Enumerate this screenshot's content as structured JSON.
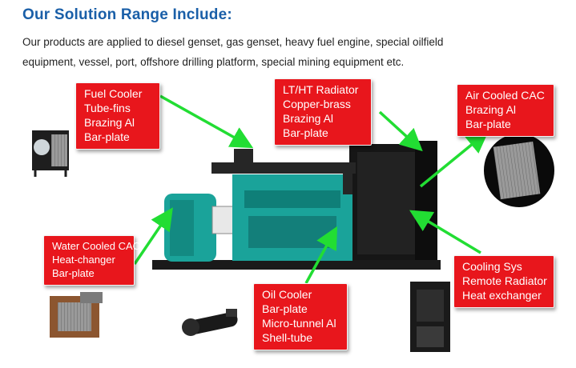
{
  "heading": "Our Solution Range Include:",
  "description": {
    "line1": "Our products are applied to diesel genset, gas genset, heavy fuel engine, special oilfield",
    "line2": "equipment, vessel, port, offshore drilling platform, special mining equipment etc."
  },
  "callouts": {
    "fuel_cooler": [
      "Fuel Cooler",
      "Tube-fins",
      "Brazing Al",
      "Bar-plate"
    ],
    "radiator": [
      "LT/HT Radiator",
      "Copper-brass",
      "Brazing Al",
      "Bar-plate"
    ],
    "air_cooled_cac": [
      "Air Cooled CAC",
      "Brazing Al",
      "Bar-plate"
    ],
    "water_cooled_cac": [
      "Water Cooled CAC",
      "Heat-changer",
      "Bar-plate"
    ],
    "oil_cooler": [
      "Oil Cooler",
      "Bar-plate",
      "Micro-tunnel Al",
      "Shell-tube"
    ],
    "cooling_sys": [
      "Cooling Sys",
      "Remote Radiator",
      "Heat exchanger"
    ]
  },
  "colors": {
    "heading": "#1a5fa8",
    "callout_bg": "#e8161c",
    "arrow": "#22dd33",
    "engine": "#1aa39a",
    "frame": "#161616"
  }
}
